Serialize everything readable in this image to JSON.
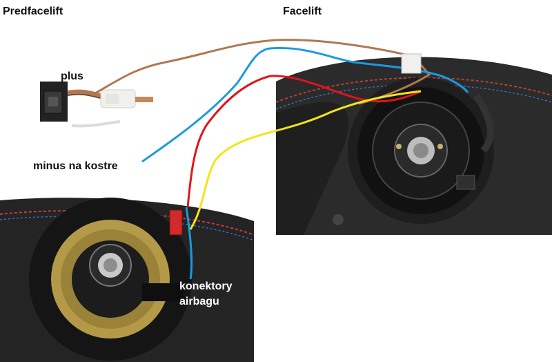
{
  "labels": {
    "predfacelift": "Predfacelift",
    "facelift": "Facelift",
    "plus": "plus",
    "minus": "minus na kostre",
    "konektory_line1": "konektory",
    "konektory_line2": "airbagu"
  },
  "colors": {
    "wire_brown": "#b07850",
    "wire_blue": "#1a9ae0",
    "wire_red": "#e0141e",
    "wire_yellow": "#f2e61a",
    "leather": "#2a2a2a",
    "gold_ring": "#b49a48"
  }
}
